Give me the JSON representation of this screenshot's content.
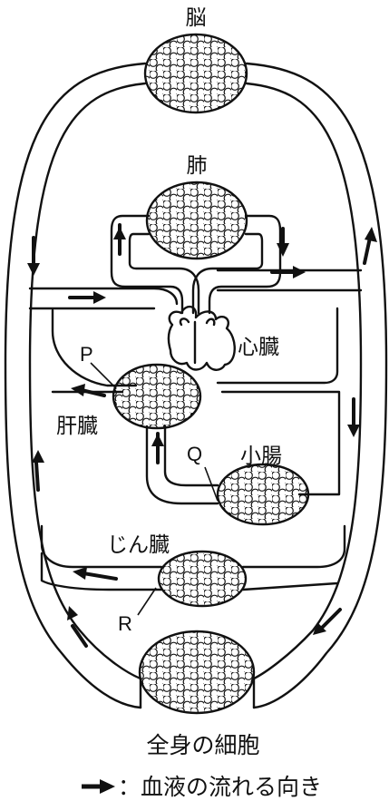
{
  "labels": {
    "brain": "脳",
    "lung": "肺",
    "heart": "心臓",
    "liver": "肝臓",
    "small_intestine": "小腸",
    "kidney": "じん臓",
    "p": "P",
    "q": "Q",
    "r": "R"
  },
  "caption": "全身の細胞",
  "legend": {
    "text": "：血液の流れる向き"
  },
  "colors": {
    "ink": "#111111",
    "background": "#ffffff"
  }
}
